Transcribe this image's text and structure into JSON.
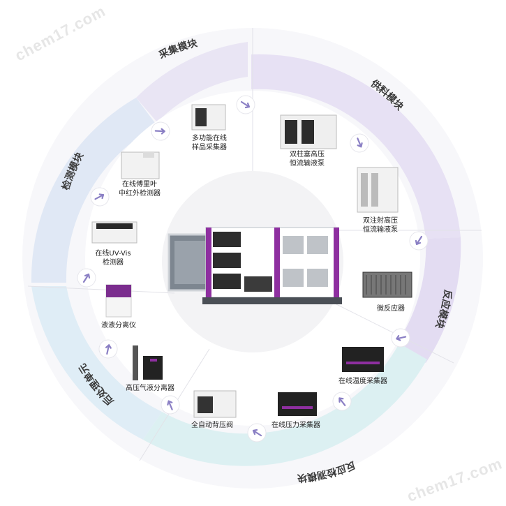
{
  "watermark": "chem17.com",
  "ring_modules": [
    {
      "key": "collect",
      "label": "采集模块",
      "fill": "#e8e4f3"
    },
    {
      "key": "feed",
      "label": "供料模块",
      "fill": "#e4def3"
    },
    {
      "key": "react",
      "label": "反应模块",
      "fill": "#e1daf1"
    },
    {
      "key": "monitor",
      "label": "反应检测模块",
      "fill": "#d9f0f2"
    },
    {
      "key": "post",
      "label": "后处理单元",
      "fill": "#dcecf5"
    },
    {
      "key": "detect",
      "label": "检测模块",
      "fill": "#dde6f4"
    }
  ],
  "devices": {
    "multi_collector": "多功能在线\n样品采集器",
    "dual_plunger_pump": "双柱塞高压\n恒流输液泵",
    "dual_syringe_pump": "双注射高压\n恒流输液泵",
    "micro_reactor": "微反应器",
    "temp_collector": "在线温度采集器",
    "pressure_collector": "在线压力采集器",
    "back_pressure_valve": "全自动背压阀",
    "gas_liquid_separator": "高压气液分离器",
    "liquid_separator": "液液分离仪",
    "uv_vis": "在线UV-Vis\n检测器",
    "ftir": "在线傅里叶\n中红外检测器"
  },
  "colors": {
    "accent": "#7b3fa6",
    "purple": "#8e2fa0",
    "arrow": "#8a7fc4"
  }
}
